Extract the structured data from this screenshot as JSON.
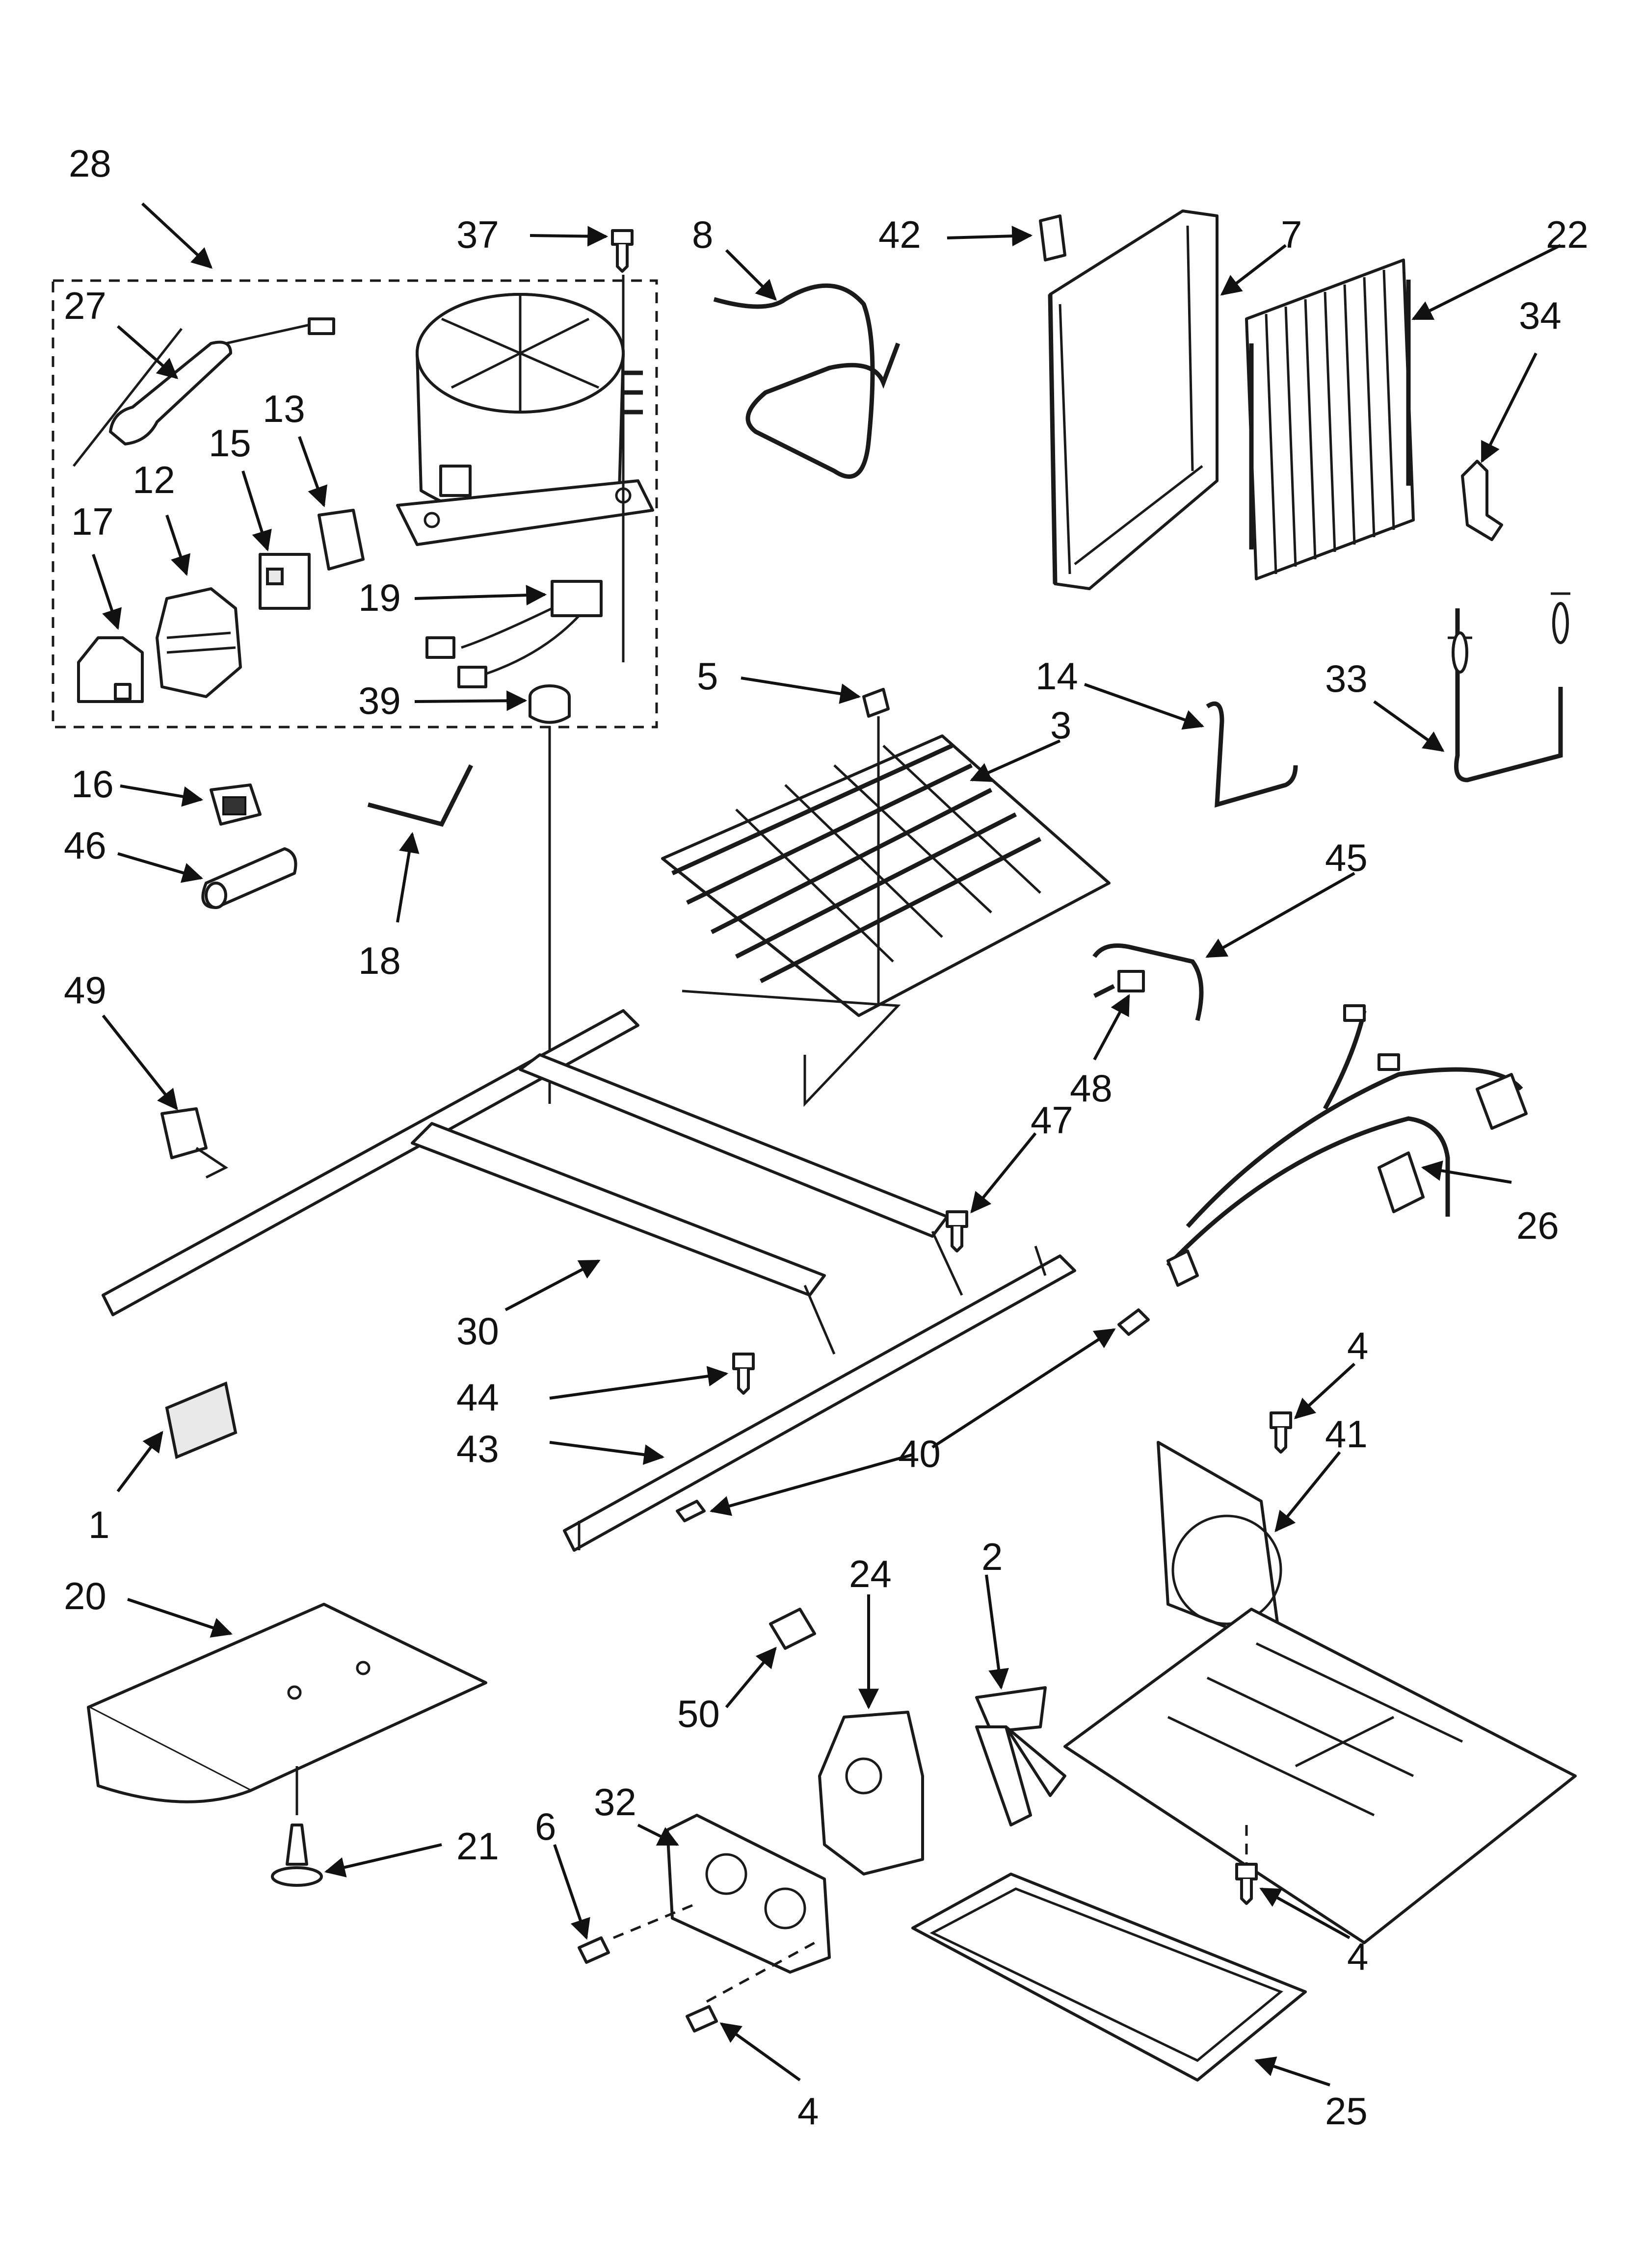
{
  "callouts": [
    {
      "id": "c28",
      "text": "28"
    },
    {
      "id": "c37",
      "text": "37"
    },
    {
      "id": "c8",
      "text": "8"
    },
    {
      "id": "c42",
      "text": "42"
    },
    {
      "id": "c7",
      "text": "7"
    },
    {
      "id": "c22",
      "text": "22"
    },
    {
      "id": "c27",
      "text": "27"
    },
    {
      "id": "c13",
      "text": "13"
    },
    {
      "id": "c15",
      "text": "15"
    },
    {
      "id": "c12",
      "text": "12"
    },
    {
      "id": "c17",
      "text": "17"
    },
    {
      "id": "c34",
      "text": "34"
    },
    {
      "id": "c19",
      "text": "19"
    },
    {
      "id": "c39",
      "text": "39"
    },
    {
      "id": "c5",
      "text": "5"
    },
    {
      "id": "c14",
      "text": "14"
    },
    {
      "id": "c3",
      "text": "3"
    },
    {
      "id": "c33",
      "text": "33"
    },
    {
      "id": "c16",
      "text": "16"
    },
    {
      "id": "c46",
      "text": "46"
    },
    {
      "id": "c18",
      "text": "18"
    },
    {
      "id": "c45",
      "text": "45"
    },
    {
      "id": "c49",
      "text": "49"
    },
    {
      "id": "c48",
      "text": "48"
    },
    {
      "id": "c47",
      "text": "47"
    },
    {
      "id": "c26",
      "text": "26"
    },
    {
      "id": "c30",
      "text": "30"
    },
    {
      "id": "c44",
      "text": "44"
    },
    {
      "id": "c43",
      "text": "43"
    },
    {
      "id": "c40",
      "text": "40"
    },
    {
      "id": "c4a",
      "text": "4"
    },
    {
      "id": "c41",
      "text": "41"
    },
    {
      "id": "c1",
      "text": "1"
    },
    {
      "id": "c2",
      "text": "2"
    },
    {
      "id": "c20",
      "text": "20"
    },
    {
      "id": "c24",
      "text": "24"
    },
    {
      "id": "c50",
      "text": "50"
    },
    {
      "id": "c32",
      "text": "32"
    },
    {
      "id": "c6",
      "text": "6"
    },
    {
      "id": "c21",
      "text": "21"
    },
    {
      "id": "c4b",
      "text": "4"
    },
    {
      "id": "c4c",
      "text": "4"
    },
    {
      "id": "c25",
      "text": "25"
    }
  ]
}
